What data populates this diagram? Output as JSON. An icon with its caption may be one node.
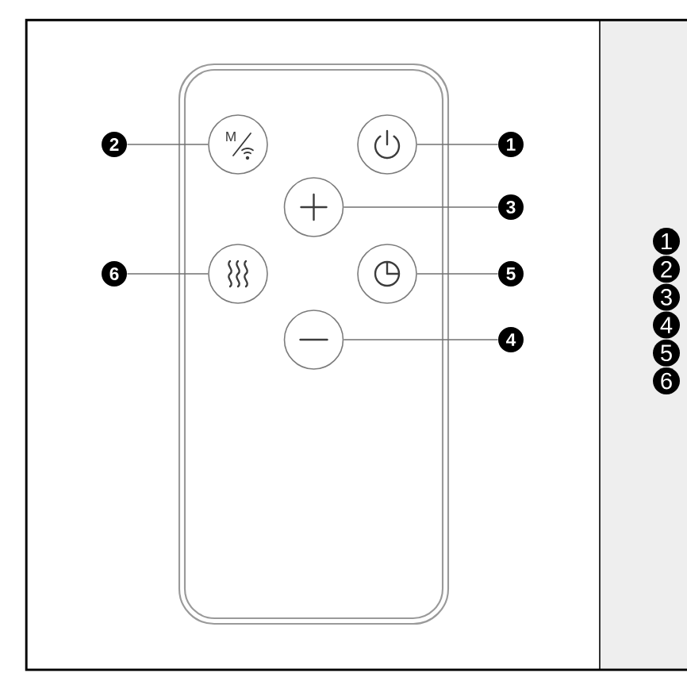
{
  "diagram": {
    "nodes": [
      {
        "text": [],
        "shape": "box"
      },
      {
        "text": [
          "2"
        ]
      },
      {
        "text": [
          "M"
        ],
        "in": 0
      },
      {
        "text": [],
        "shape": "circle",
        "in": 0
      },
      {
        "text": [
          "1"
        ]
      },
      {
        "text": [],
        "shape": "circle",
        "in": 0
      },
      {
        "text": [
          "3"
        ]
      },
      {
        "text": [
          "6"
        ]
      },
      {
        "text": [],
        "shape": "circle",
        "in": 0
      },
      {
        "text": [],
        "shape": "circle",
        "in": 0
      },
      {
        "text": [
          "5"
        ]
      },
      {
        "text": [],
        "shape": "circle",
        "in": 0
      },
      {
        "text": [
          "4"
        ]
      },
      {
        "text": [
          "1"
        ]
      },
      {
        "text": [
          "2"
        ]
      },
      {
        "text": [
          "3"
        ]
      },
      {
        "text": [
          "4"
        ]
      },
      {
        "text": [
          "5"
        ]
      },
      {
        "text": [
          "6"
        ]
      }
    ],
    "edges": [
      {
        "from": 1,
        "to": 2,
        "arrow": "none"
      },
      {
        "from": 4,
        "to": 3,
        "arrow": "none"
      },
      {
        "from": 6,
        "to": 5,
        "arrow": "none"
      },
      {
        "from": 7,
        "to": 8,
        "arrow": "none"
      },
      {
        "from": 10,
        "to": 9,
        "arrow": "none"
      },
      {
        "from": 12,
        "to": 11,
        "arrow": "none"
      }
    ]
  }
}
